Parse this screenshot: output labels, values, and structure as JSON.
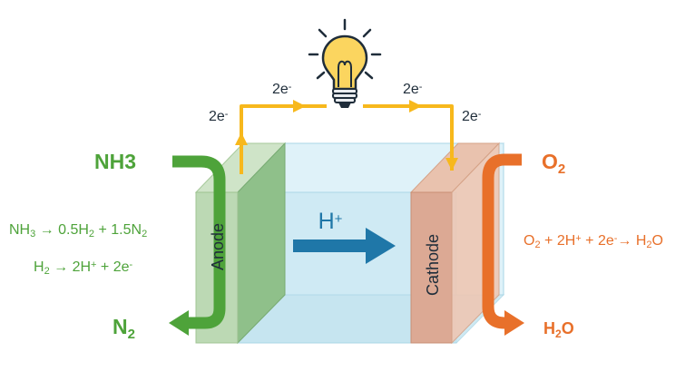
{
  "colors": {
    "anode": "#4ea33a",
    "cathode": "#e8702a",
    "wire": "#f7b81c",
    "proton": "#1f77a8",
    "membrane": "#cfeaf4",
    "text_dark": "#1f2d3a"
  },
  "anode": {
    "inlet_label": "NH3",
    "outlet_label": {
      "main": "N",
      "sub": "2"
    },
    "electrode_label": "Anode",
    "reaction1": [
      {
        "t": "NH",
        "s": ""
      },
      {
        "t": "3",
        "s": "sub"
      },
      {
        "t": " → 0.5H",
        "s": ""
      },
      {
        "t": "2",
        "s": "sub"
      },
      {
        "t": " + 1.5N",
        "s": ""
      },
      {
        "t": "2",
        "s": "sub"
      }
    ],
    "reaction2": [
      {
        "t": "H",
        "s": ""
      },
      {
        "t": "2",
        "s": "sub"
      },
      {
        "t": " → 2H",
        "s": ""
      },
      {
        "t": "+",
        "s": "sup"
      },
      {
        "t": " + 2e",
        "s": ""
      },
      {
        "t": "-",
        "s": "sup"
      }
    ]
  },
  "cathode": {
    "inlet_label": {
      "main": "O",
      "sub": "2"
    },
    "outlet_label": {
      "main": "H",
      "sub": "2",
      "rest": "O"
    },
    "electrode_label": "Cathode",
    "reaction": [
      {
        "t": "O",
        "s": ""
      },
      {
        "t": "2",
        "s": "sub"
      },
      {
        "t": " + 2H",
        "s": ""
      },
      {
        "t": "+",
        "s": "sup"
      },
      {
        "t": " + 2e",
        "s": ""
      },
      {
        "t": "-",
        "s": "sup"
      },
      {
        "t": "→ H",
        "s": ""
      },
      {
        "t": "2",
        "s": "sub"
      },
      {
        "t": "O",
        "s": ""
      }
    ]
  },
  "membrane": {
    "ion_label": {
      "main": "H",
      "sup": "+"
    }
  },
  "circuit": {
    "electron_main": "2e",
    "electron_sup": "-",
    "icon": "lightbulb-icon"
  }
}
